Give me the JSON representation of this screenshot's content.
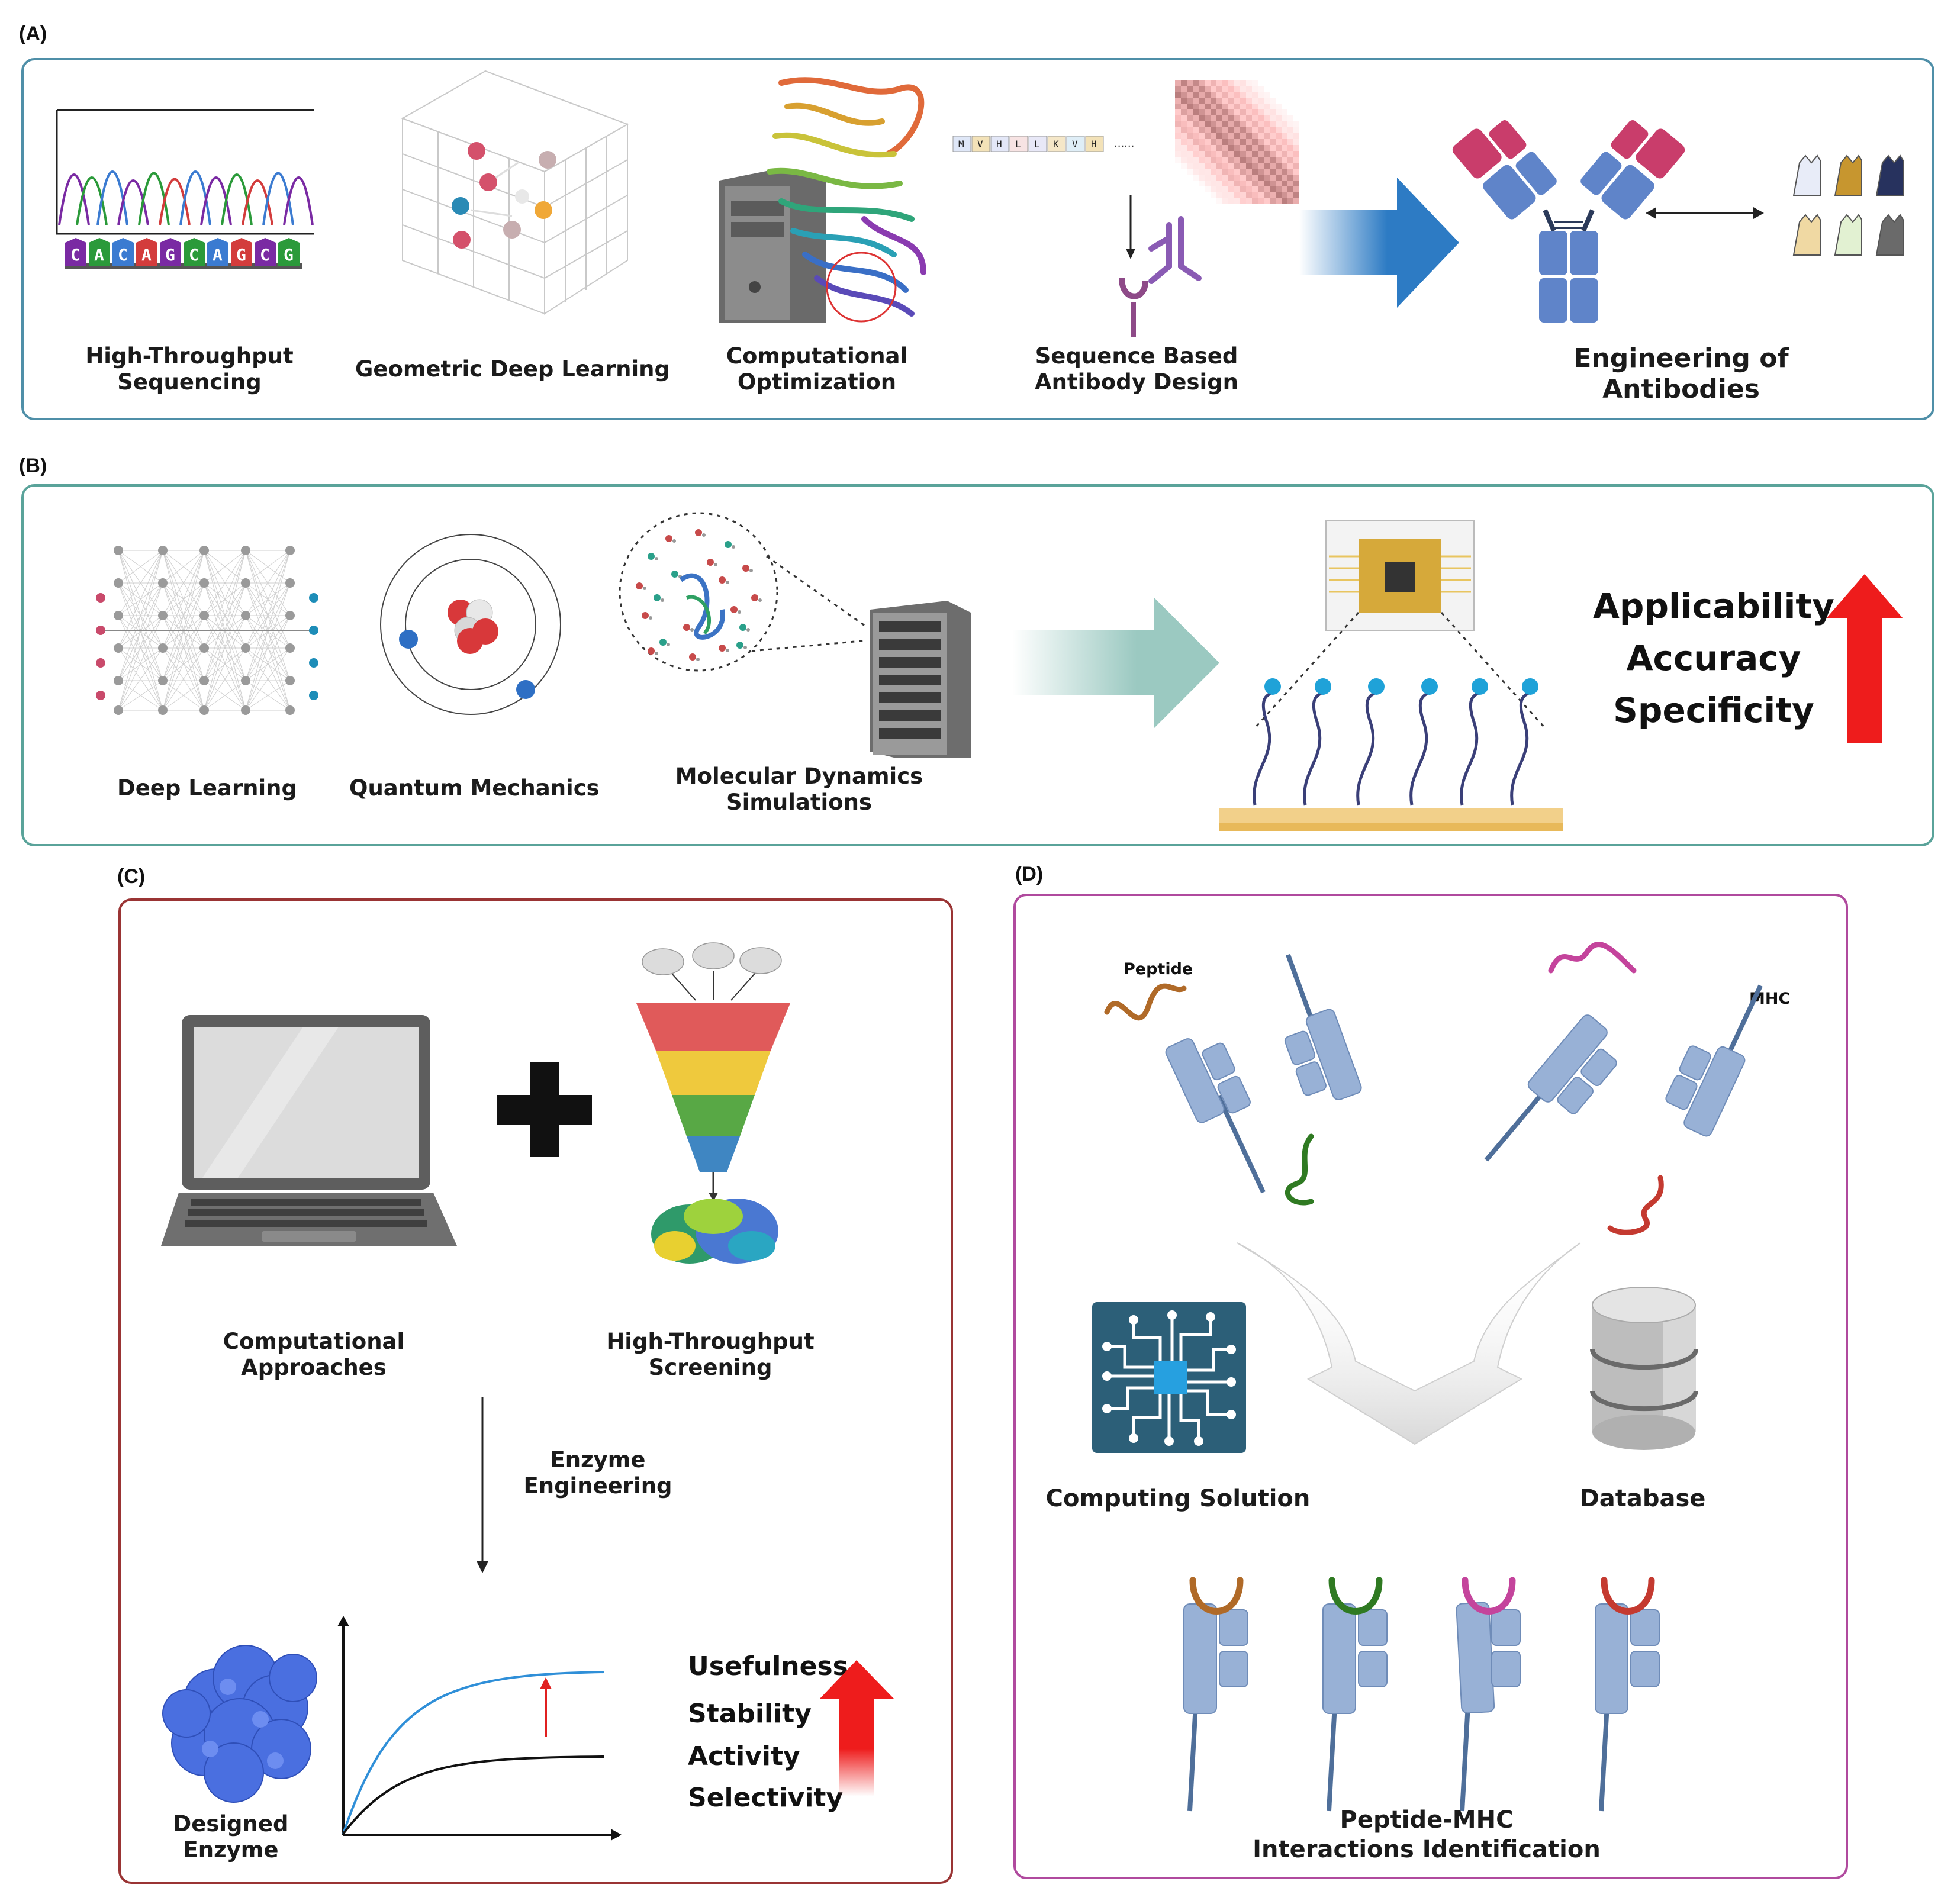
{
  "colors": {
    "panel_a_border": "#4f8fa8",
    "panel_b_border": "#5aa39a",
    "panel_c_border": "#9a3434",
    "panel_d_border": "#b04a9e",
    "antibody_blue": "#5f84c9",
    "antibody_pink": "#c93d6b",
    "arrow_blue": "#2d7bc4",
    "arrow_teal": "#9bc9c1",
    "up_red": "#ee1c1c",
    "mhc_blue": "#98b1d6",
    "peptide_orange": "#b06a28",
    "peptide_green": "#2f7a22",
    "peptide_magenta": "#c4449c",
    "peptide_red": "#c43a30"
  },
  "panels": {
    "a": {
      "tag": "(A)",
      "labels": {
        "hts": [
          "High-Throughput",
          "Sequencing"
        ],
        "gdl": "Geometric Deep Learning",
        "opt": [
          "Computational",
          "Optimization"
        ],
        "seq_design": [
          "Sequence Based",
          "Antibody Design"
        ],
        "engineering": [
          "Engineering of",
          "Antibodies"
        ]
      },
      "dna_letters": [
        "C",
        "A",
        "C",
        "A",
        "G",
        "C",
        "A",
        "G",
        "C",
        "G"
      ],
      "protein_sequence": [
        "M",
        "V",
        "H",
        "L",
        "L",
        "K",
        "V",
        "H"
      ],
      "sequence_ellipsis": "......"
    },
    "b": {
      "tag": "(B)",
      "labels": {
        "dl": "Deep Learning",
        "qm": "Quantum Mechanics",
        "md": [
          "Molecular Dynamics",
          "Simulations"
        ]
      },
      "benefits": [
        "Applicability",
        "Accuracy",
        "Specificity"
      ]
    },
    "c": {
      "tag": "(C)",
      "labels": {
        "comp": [
          "Computational",
          "Approaches"
        ],
        "hts": [
          "High-Throughput",
          "Screening"
        ],
        "eng": [
          "Enzyme",
          "Engineering"
        ],
        "designed": [
          "Designed",
          "Enzyme"
        ]
      },
      "benefits": [
        "Usefulness",
        "Stability",
        "Activity",
        "Selectivity"
      ]
    },
    "d": {
      "tag": "(D)",
      "labels": {
        "peptide": "Peptide",
        "mhc": "MHC",
        "computing": "Computing Solution",
        "database": "Database",
        "result": [
          "Peptide-MHC",
          "Interactions Identification"
        ]
      }
    }
  }
}
